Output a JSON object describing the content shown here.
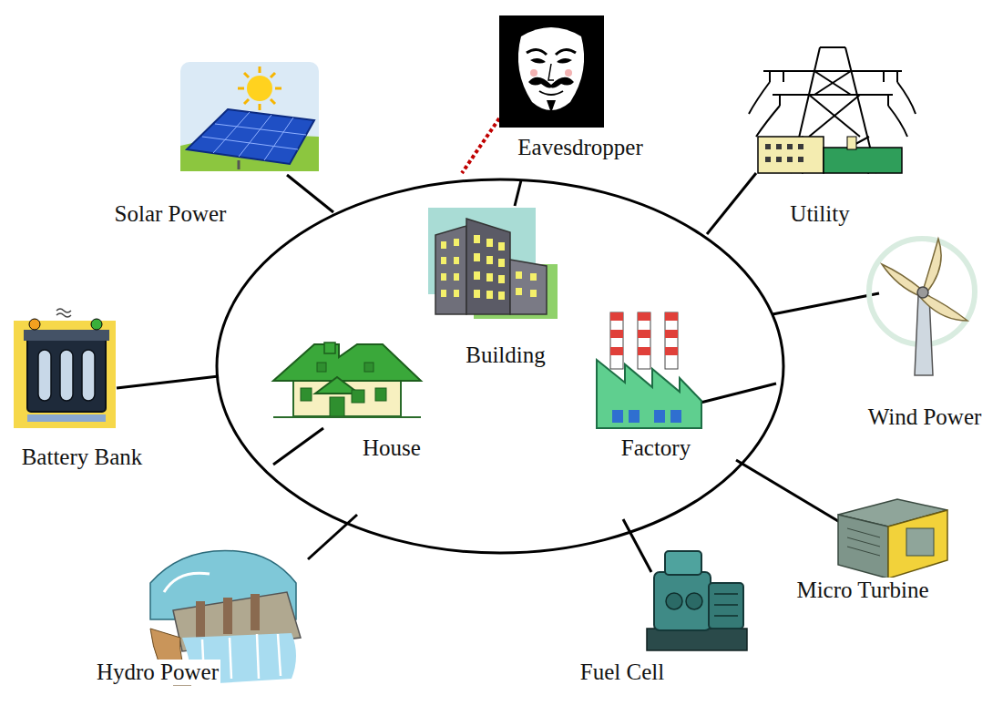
{
  "diagram": {
    "labels": [
      "Eavesdropper",
      "Solar Power",
      "Utility",
      "Building",
      "Wind Power",
      "Battery Bank",
      "House",
      "Factory",
      "Micro Turbine",
      "Hydro Power",
      "Fuel Cell"
    ]
  }
}
